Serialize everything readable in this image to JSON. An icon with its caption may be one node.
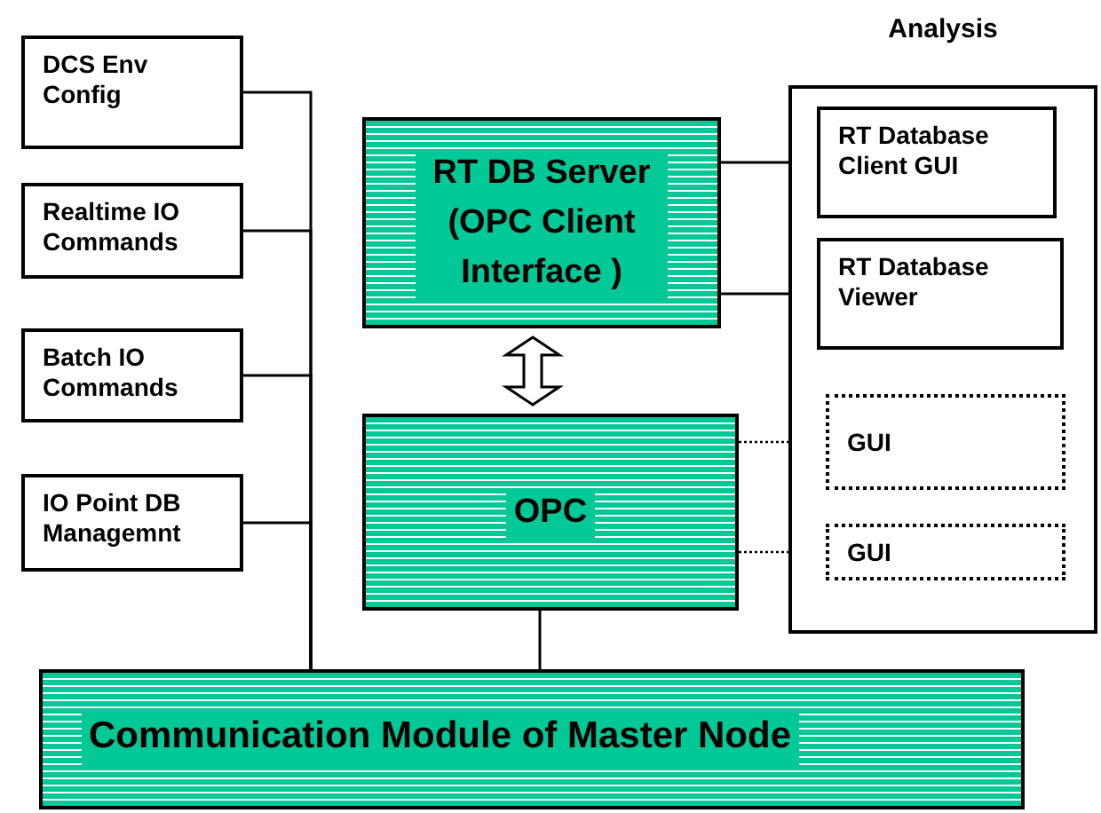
{
  "diagram": {
    "nodes": [
      {
        "text": [
          "DCS Env Config"
        ]
      },
      {
        "text": [
          "Realtime IO Commands"
        ]
      },
      {
        "text": [
          "Batch IO Commands"
        ]
      },
      {
        "text": [
          "IO Point DB Managemnt"
        ]
      },
      {
        "text": [
          "RT DB Server (OPC Client Interface )"
        ]
      },
      {
        "text": [
          "OPC"
        ]
      },
      {
        "text": [
          "Analysis"
        ]
      },
      {
        "text": [
          "RT Database Client GUI"
        ],
        "in": 6
      },
      {
        "text": [
          "RT Database Viewer"
        ],
        "in": 6
      },
      {
        "text": [
          "GUI"
        ],
        "in": 6
      },
      {
        "text": [
          "GUI"
        ],
        "in": 6
      },
      {
        "text": [
          "Communication Module of Master Node"
        ]
      }
    ],
    "edges": [
      {
        "from": 0,
        "to": 11,
        "arrow": "none"
      },
      {
        "from": 1,
        "to": 11,
        "arrow": "none"
      },
      {
        "from": 2,
        "to": 11,
        "arrow": "none"
      },
      {
        "from": 3,
        "to": 11,
        "arrow": "none"
      },
      {
        "from": 4,
        "to": 5,
        "arrow": "both",
        "style": "thick"
      },
      {
        "from": 5,
        "to": 11,
        "arrow": "none"
      },
      {
        "from": 4,
        "to": 7,
        "arrow": "none"
      },
      {
        "from": 4,
        "to": 8,
        "arrow": "none"
      },
      {
        "from": 5,
        "to": 9,
        "arrow": "none",
        "style": "dashed"
      },
      {
        "from": 5,
        "to": 10,
        "arrow": "none",
        "style": "dashed"
      }
    ]
  }
}
